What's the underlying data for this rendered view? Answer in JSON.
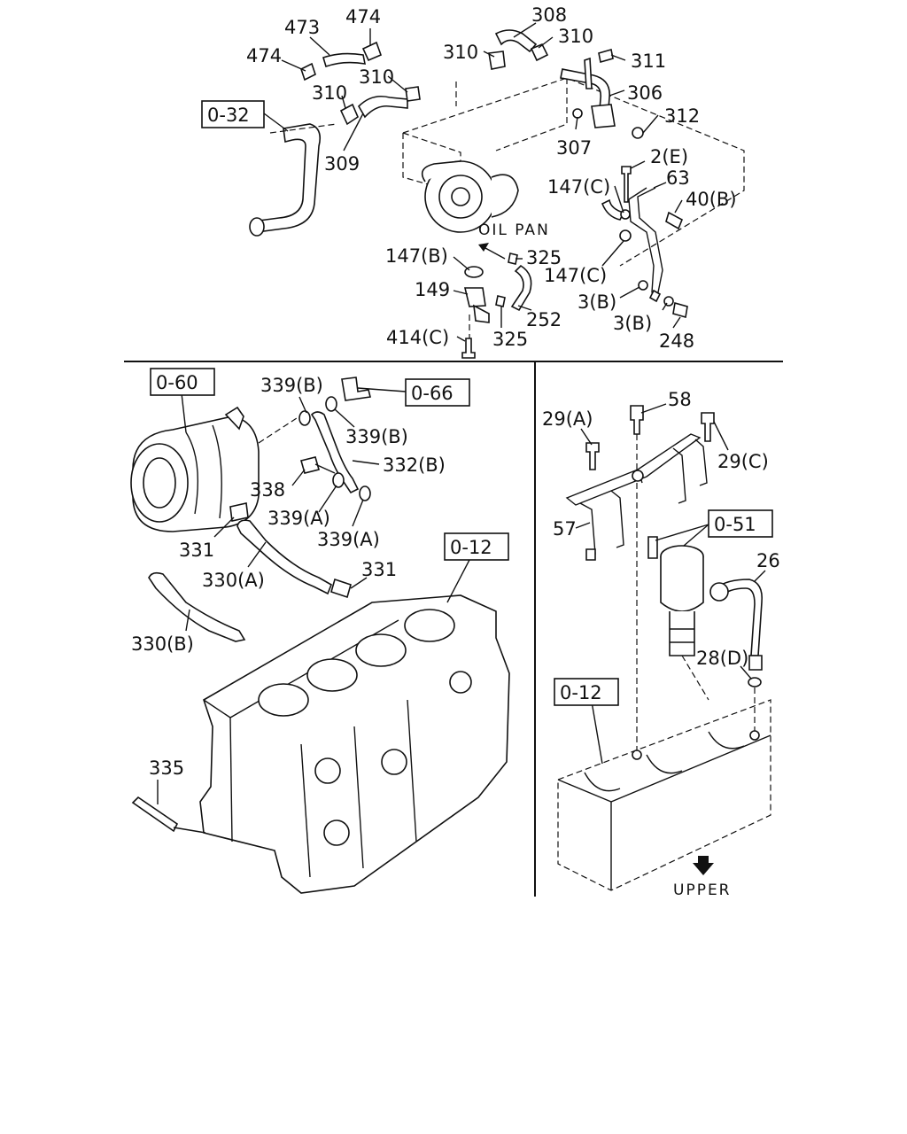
{
  "labels": {
    "l473": "473",
    "l474a": "474",
    "l474b": "474",
    "l308": "308",
    "l310a": "310",
    "l310b": "310",
    "l310c": "310",
    "l310d": "310",
    "l311": "311",
    "l306": "306",
    "l312": "312",
    "l307": "307",
    "l309": "309",
    "l2e": "2(E)",
    "l63": "63",
    "l147c1": "147(C)",
    "l40b": "40(B)",
    "oilpan": "OIL PAN",
    "l147b": "147(B)",
    "l325a": "325",
    "l147c2": "147(C)",
    "l149": "149",
    "l3b1": "3(B)",
    "l252": "252",
    "l3b2": "3(B)",
    "l248": "248",
    "l414c": "414(C)",
    "l325b": "325",
    "l339b1": "339(B)",
    "l339b2": "339(B)",
    "l332b": "332(B)",
    "l338": "338",
    "l339a1": "339(A)",
    "l339a2": "339(A)",
    "l331a": "331",
    "l331b": "331",
    "l330a": "330(A)",
    "l330b": "330(B)",
    "l335": "335",
    "l58": "58",
    "l29a": "29(A)",
    "l29c": "29(C)",
    "l57": "57",
    "l26": "26",
    "l28d": "28(D)",
    "upper": "UPPER"
  },
  "refs": {
    "r032": "0-32",
    "r060": "0-60",
    "r066": "0-66",
    "r012a": "0-12",
    "r051": "0-51",
    "r012b": "0-12"
  }
}
